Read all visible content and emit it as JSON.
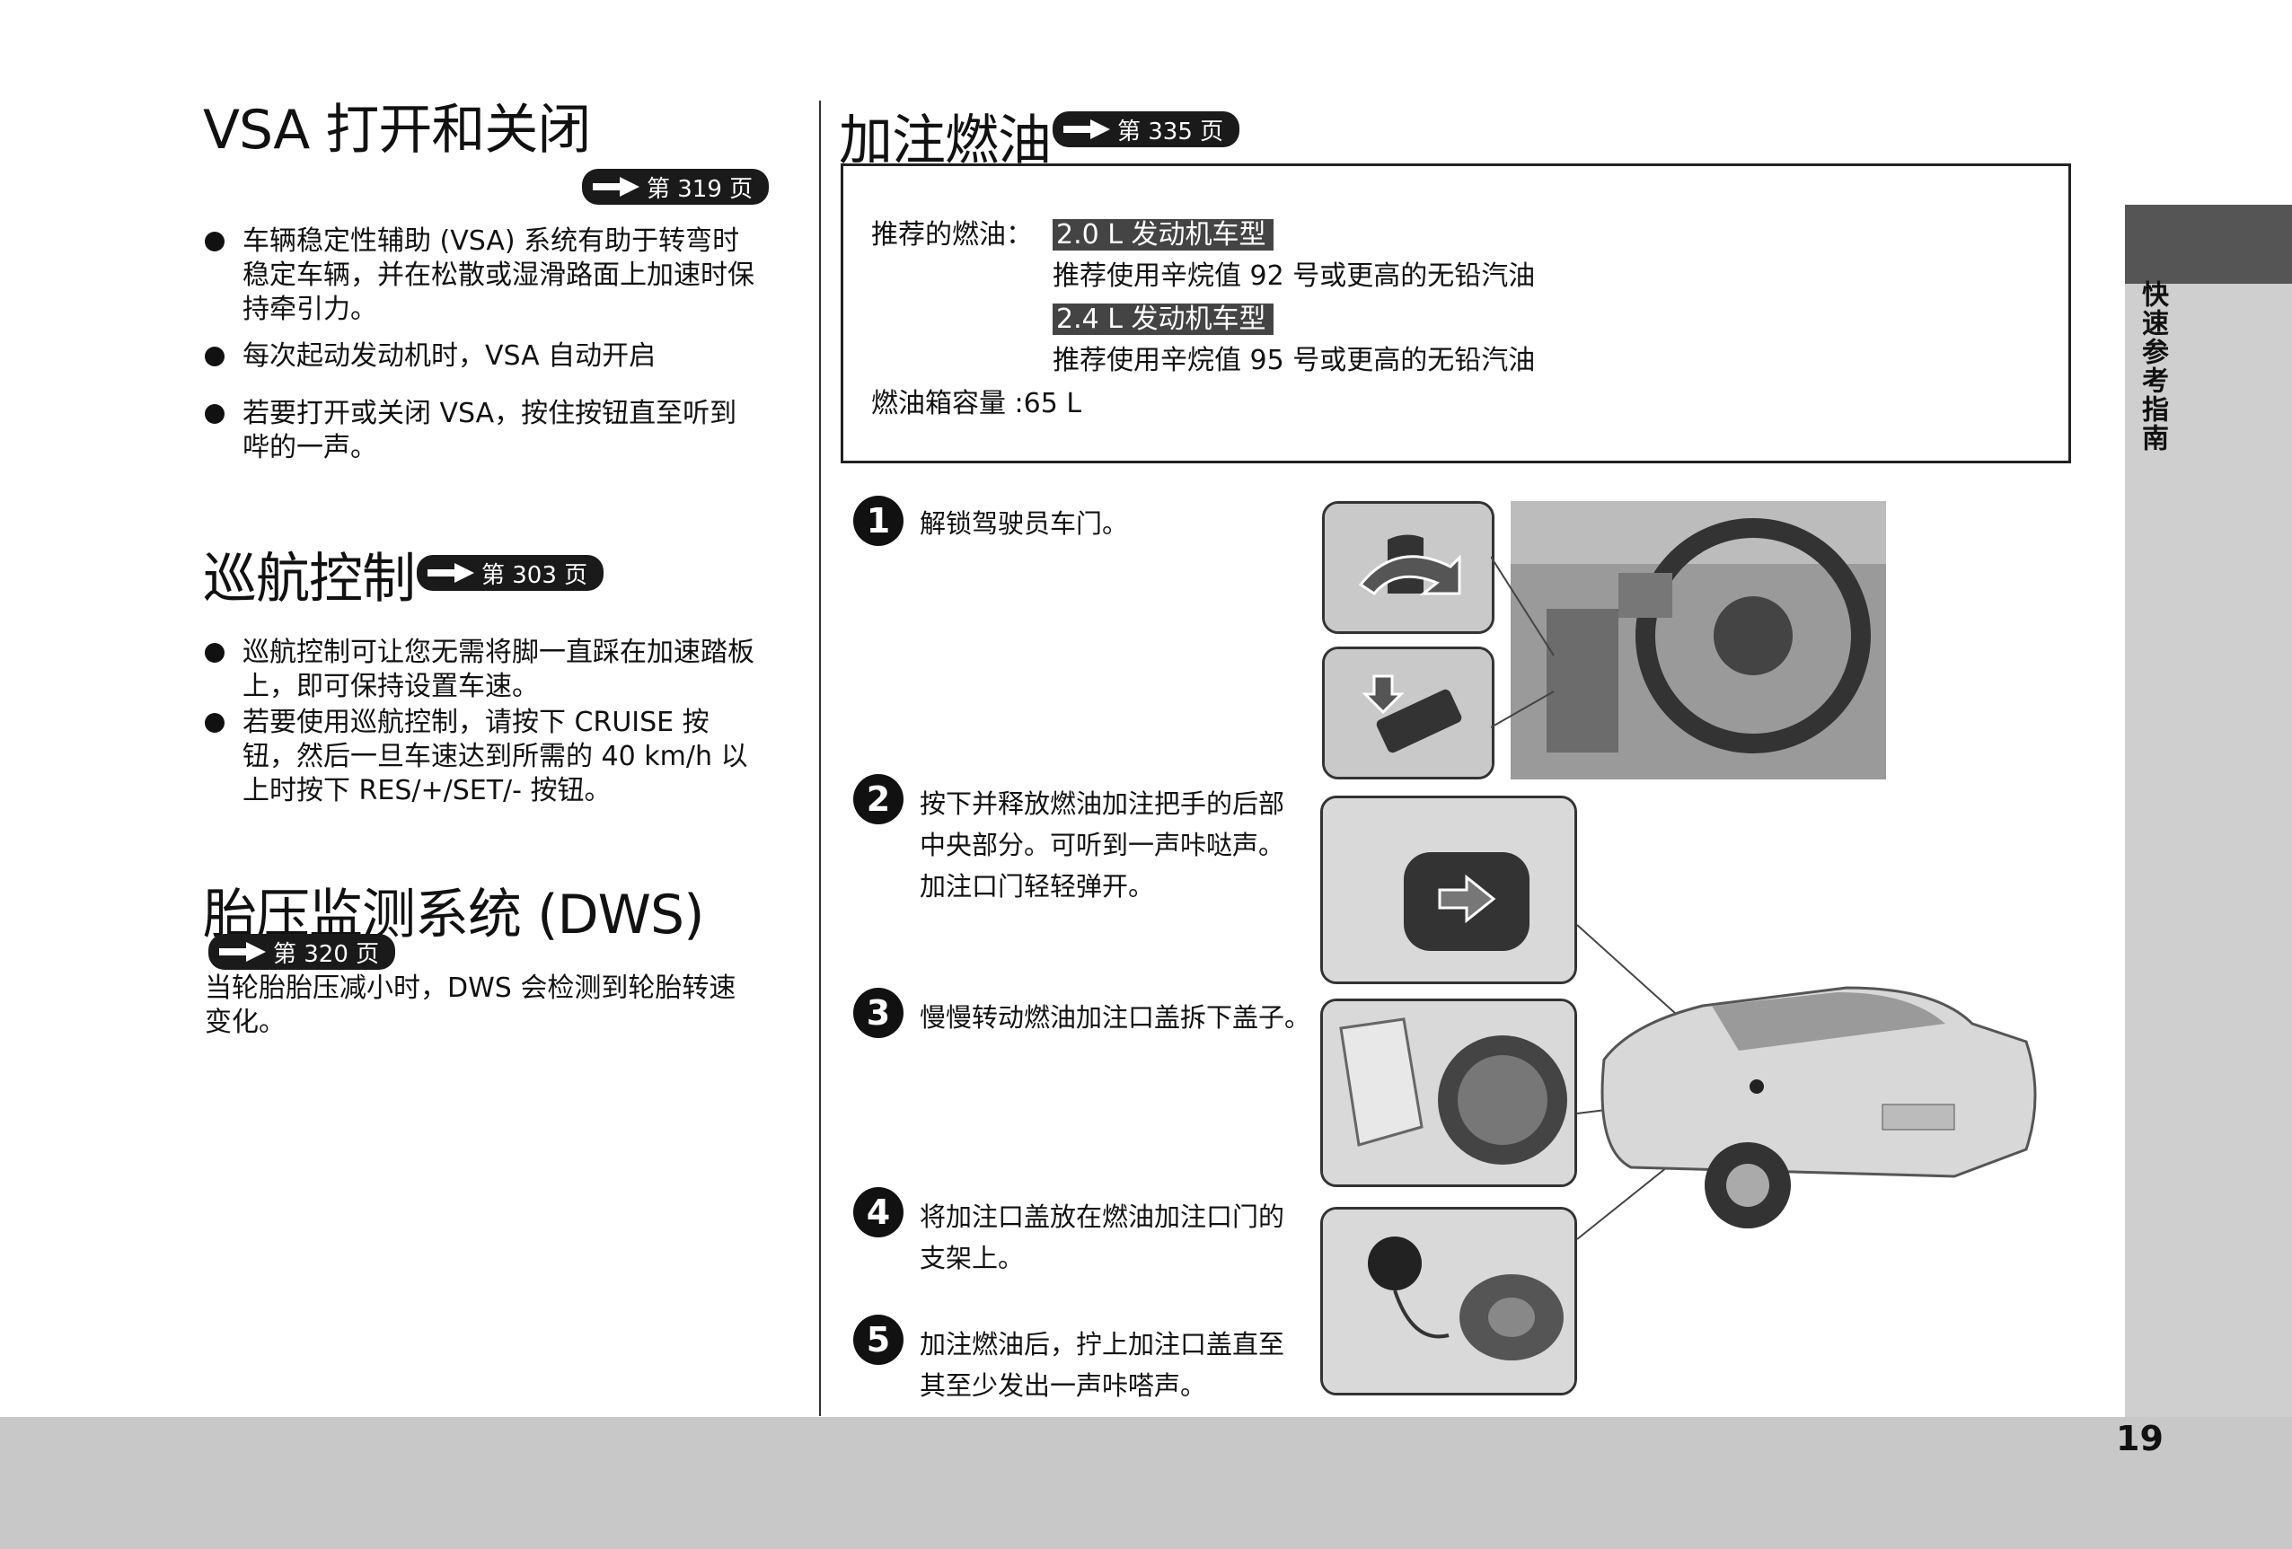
{
  "left": {
    "vsa": {
      "title": "VSA 打开和关闭",
      "ref": "第 319 页",
      "bullets": [
        "车辆稳定性辅助 (VSA) 系统有助于转弯时稳定车辆，并在松散或湿滑路面上加速时保持牵引力。",
        "每次起动发动机时，VSA 自动开启",
        "若要打开或关闭 VSA，按住按钮直至听到哔的一声。"
      ]
    },
    "cruise": {
      "title": "巡航控制",
      "ref": "第 303 页",
      "bullets": [
        "巡航控制可让您无需将脚一直踩在加速踏板上，即可保持设置车速。",
        "若要使用巡航控制，请按下 CRUISE 按钮，然后一旦车速达到所需的 40 km/h 以上时按下 RES/+/SET/- 按钮。"
      ]
    },
    "dws": {
      "title": "胎压监测系统 (DWS)",
      "ref": "第 320 页",
      "text": "当轮胎胎压减小时，DWS 会检测到轮胎转速变化。"
    }
  },
  "right": {
    "title": "加注燃油",
    "ref": "第 335 页",
    "box": {
      "fuel_label": "推荐的燃油：",
      "engine1": "2.0 L 发动机车型",
      "engine1_fuel": "推荐使用辛烷值 92 号或更高的无铅汽油",
      "engine2": "2.4 L 发动机车型",
      "engine2_fuel": "推荐使用辛烷值 95 号或更高的无铅汽油",
      "tank": "燃油箱容量 :65 L"
    },
    "steps": [
      {
        "num": "1",
        "text": "解锁驾驶员车门。"
      },
      {
        "num": "2",
        "text": "按下并释放燃油加注把手的后部中央部分。可听到一声咔哒声。加注口门轻轻弹开。"
      },
      {
        "num": "3",
        "text": "慢慢转动燃油加注口盖拆下盖子。"
      },
      {
        "num": "4",
        "text": "将加注口盖放在燃油加注口门的支架上。"
      },
      {
        "num": "5",
        "text": "加注燃油后，拧上加注口盖直至其至少发出一声咔嗒声。"
      }
    ]
  },
  "side_tab": "快速参考指南",
  "page_number": "19"
}
